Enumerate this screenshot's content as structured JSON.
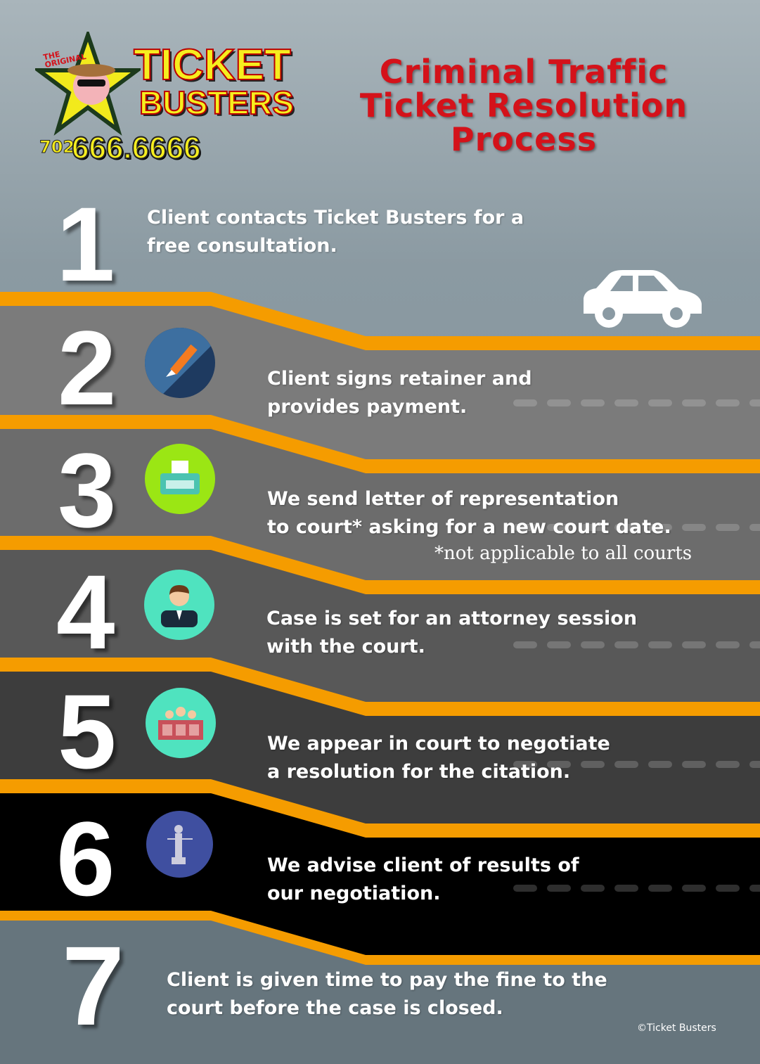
{
  "logo": {
    "tag": "THE ORIGINAL",
    "line1": "TICKET",
    "line2": "BUSTERS",
    "area_code": "702",
    "phone": "666.6666"
  },
  "title": {
    "line1": "Criminal Traffic",
    "line2": "Ticket Resolution",
    "line3": "Process"
  },
  "steps": [
    {
      "number": "1",
      "icon": "car-icon",
      "line1": "Client contacts Ticket Busters for a",
      "line2": "free consultation."
    },
    {
      "number": "2",
      "icon": "pen-icon",
      "line1": "Client signs retainer and",
      "line2": "provides payment."
    },
    {
      "number": "3",
      "icon": "typewriter-icon",
      "line1": "We send letter of representation",
      "line2": "to court* asking for a new court date.",
      "note": "*not applicable to all courts"
    },
    {
      "number": "4",
      "icon": "attorney-icon",
      "line1": "Case is set for an attorney session",
      "line2": "with the court."
    },
    {
      "number": "5",
      "icon": "courtroom-icon",
      "line1": "We appear in court to negotiate",
      "line2": "a resolution for the citation."
    },
    {
      "number": "6",
      "icon": "lady-justice-icon",
      "line1": "We advise client of results of",
      "line2": "our negotiation."
    },
    {
      "number": "7",
      "line1": "Client is given time to pay the fine to the",
      "line2": "court before the case is closed."
    }
  ],
  "copyright": "©Ticket Busters",
  "colors": {
    "orange": "#f59c00",
    "title_red": "#d4121a"
  }
}
